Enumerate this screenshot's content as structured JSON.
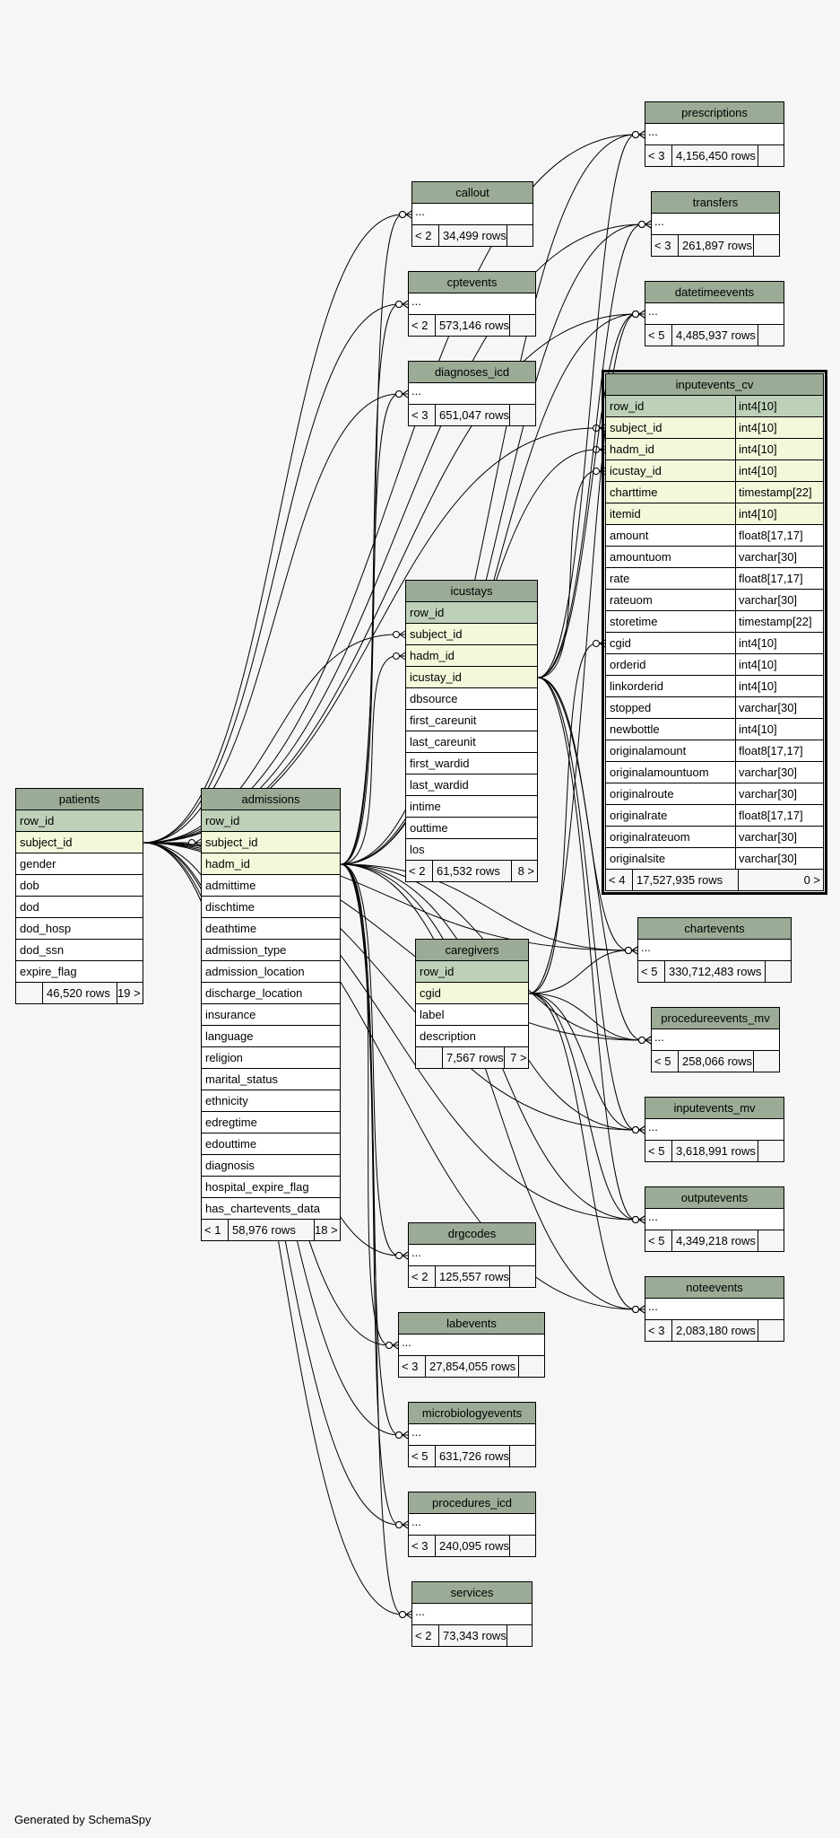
{
  "footer": "Generated by SchemaSpy",
  "colors": {
    "header": "#9bab96",
    "primary_key": "#bed1b8",
    "foreign_key": "#f4f7da",
    "background": "#f6f6f6"
  },
  "tables": {
    "patients": {
      "name": "patients",
      "columns": [
        {
          "name": "row_id",
          "kind": "pk"
        },
        {
          "name": "subject_id",
          "kind": "fk"
        },
        {
          "name": "gender"
        },
        {
          "name": "dob"
        },
        {
          "name": "dod"
        },
        {
          "name": "dod_hosp"
        },
        {
          "name": "dod_ssn"
        },
        {
          "name": "expire_flag"
        }
      ],
      "parents": "",
      "rows": "46,520 rows",
      "children": "19 >"
    },
    "admissions": {
      "name": "admissions",
      "columns": [
        {
          "name": "row_id",
          "kind": "pk"
        },
        {
          "name": "subject_id",
          "kind": "fk"
        },
        {
          "name": "hadm_id",
          "kind": "fk"
        },
        {
          "name": "admittime"
        },
        {
          "name": "dischtime"
        },
        {
          "name": "deathtime"
        },
        {
          "name": "admission_type"
        },
        {
          "name": "admission_location"
        },
        {
          "name": "discharge_location"
        },
        {
          "name": "insurance"
        },
        {
          "name": "language"
        },
        {
          "name": "religion"
        },
        {
          "name": "marital_status"
        },
        {
          "name": "ethnicity"
        },
        {
          "name": "edregtime"
        },
        {
          "name": "edouttime"
        },
        {
          "name": "diagnosis"
        },
        {
          "name": "hospital_expire_flag"
        },
        {
          "name": "has_chartevents_data"
        }
      ],
      "parents": "< 1",
      "rows": "58,976 rows",
      "children": "18 >"
    },
    "icustays": {
      "name": "icustays",
      "columns": [
        {
          "name": "row_id",
          "kind": "pk"
        },
        {
          "name": "subject_id",
          "kind": "fk"
        },
        {
          "name": "hadm_id",
          "kind": "fk"
        },
        {
          "name": "icustay_id",
          "kind": "fk"
        },
        {
          "name": "dbsource"
        },
        {
          "name": "first_careunit"
        },
        {
          "name": "last_careunit"
        },
        {
          "name": "first_wardid"
        },
        {
          "name": "last_wardid"
        },
        {
          "name": "intime"
        },
        {
          "name": "outtime"
        },
        {
          "name": "los"
        }
      ],
      "parents": "< 2",
      "rows": "61,532 rows",
      "children": "8 >"
    },
    "caregivers": {
      "name": "caregivers",
      "columns": [
        {
          "name": "row_id",
          "kind": "pk"
        },
        {
          "name": "cgid",
          "kind": "fk"
        },
        {
          "name": "label"
        },
        {
          "name": "description"
        }
      ],
      "parents": "",
      "rows": "7,567 rows",
      "children": "7 >"
    },
    "inputevents_cv": {
      "name": "inputevents_cv",
      "columns": [
        {
          "name": "row_id",
          "type": "int4[10]",
          "kind": "pk"
        },
        {
          "name": "subject_id",
          "type": "int4[10]",
          "kind": "fk"
        },
        {
          "name": "hadm_id",
          "type": "int4[10]",
          "kind": "fk"
        },
        {
          "name": "icustay_id",
          "type": "int4[10]",
          "kind": "fk"
        },
        {
          "name": "charttime",
          "type": "timestamp[22]",
          "kind": "fk"
        },
        {
          "name": "itemid",
          "type": "int4[10]",
          "kind": "fk"
        },
        {
          "name": "amount",
          "type": "float8[17,17]"
        },
        {
          "name": "amountuom",
          "type": "varchar[30]"
        },
        {
          "name": "rate",
          "type": "float8[17,17]"
        },
        {
          "name": "rateuom",
          "type": "varchar[30]"
        },
        {
          "name": "storetime",
          "type": "timestamp[22]"
        },
        {
          "name": "cgid",
          "type": "int4[10]"
        },
        {
          "name": "orderid",
          "type": "int4[10]"
        },
        {
          "name": "linkorderid",
          "type": "int4[10]"
        },
        {
          "name": "stopped",
          "type": "varchar[30]"
        },
        {
          "name": "newbottle",
          "type": "int4[10]"
        },
        {
          "name": "originalamount",
          "type": "float8[17,17]"
        },
        {
          "name": "originalamountuom",
          "type": "varchar[30]"
        },
        {
          "name": "originalroute",
          "type": "varchar[30]"
        },
        {
          "name": "originalrate",
          "type": "float8[17,17]"
        },
        {
          "name": "originalrateuom",
          "type": "varchar[30]"
        },
        {
          "name": "originalsite",
          "type": "varchar[30]"
        }
      ],
      "parents": "< 4",
      "rows": "17,527,935 rows",
      "children": "0 >"
    },
    "callout": {
      "name": "callout",
      "ellipsis": "...",
      "parents": "< 2",
      "rows": "34,499 rows",
      "children": ""
    },
    "cptevents": {
      "name": "cptevents",
      "ellipsis": "...",
      "parents": "< 2",
      "rows": "573,146 rows",
      "children": ""
    },
    "diagnoses_icd": {
      "name": "diagnoses_icd",
      "ellipsis": "...",
      "parents": "< 3",
      "rows": "651,047 rows",
      "children": ""
    },
    "drgcodes": {
      "name": "drgcodes",
      "ellipsis": "...",
      "parents": "< 2",
      "rows": "125,557 rows",
      "children": ""
    },
    "labevents": {
      "name": "labevents",
      "ellipsis": "...",
      "parents": "< 3",
      "rows": "27,854,055 rows",
      "children": ""
    },
    "microbiologyevents": {
      "name": "microbiologyevents",
      "ellipsis": "...",
      "parents": "< 5",
      "rows": "631,726 rows",
      "children": ""
    },
    "procedures_icd": {
      "name": "procedures_icd",
      "ellipsis": "...",
      "parents": "< 3",
      "rows": "240,095 rows",
      "children": ""
    },
    "services": {
      "name": "services",
      "ellipsis": "...",
      "parents": "< 2",
      "rows": "73,343 rows",
      "children": ""
    },
    "prescriptions": {
      "name": "prescriptions",
      "ellipsis": "...",
      "parents": "< 3",
      "rows": "4,156,450 rows",
      "children": ""
    },
    "transfers": {
      "name": "transfers",
      "ellipsis": "...",
      "parents": "< 3",
      "rows": "261,897 rows",
      "children": ""
    },
    "datetimeevents": {
      "name": "datetimeevents",
      "ellipsis": "...",
      "parents": "< 5",
      "rows": "4,485,937 rows",
      "children": ""
    },
    "chartevents": {
      "name": "chartevents",
      "ellipsis": "...",
      "parents": "< 5",
      "rows": "330,712,483 rows",
      "children": ""
    },
    "procedureevents_mv": {
      "name": "procedureevents_mv",
      "ellipsis": "...",
      "parents": "< 5",
      "rows": "258,066 rows",
      "children": ""
    },
    "inputevents_mv": {
      "name": "inputevents_mv",
      "ellipsis": "...",
      "parents": "< 5",
      "rows": "3,618,991 rows",
      "children": ""
    },
    "outputevents": {
      "name": "outputevents",
      "ellipsis": "...",
      "parents": "< 5",
      "rows": "4,349,218 rows",
      "children": ""
    },
    "noteevents": {
      "name": "noteevents",
      "ellipsis": "...",
      "parents": "< 3",
      "rows": "2,083,180 rows",
      "children": ""
    }
  },
  "relationships": [
    [
      "patients.subject_id",
      "admissions.subject_id"
    ],
    [
      "patients.subject_id",
      "icustays.subject_id"
    ],
    [
      "admissions.hadm_id",
      "icustays.hadm_id"
    ],
    [
      "patients.subject_id",
      "inputevents_cv.subject_id"
    ],
    [
      "admissions.hadm_id",
      "inputevents_cv.hadm_id"
    ],
    [
      "icustays.icustay_id",
      "inputevents_cv.icustay_id"
    ],
    [
      "caregivers.cgid",
      "inputevents_cv.cgid"
    ],
    [
      "patients.subject_id",
      "callout"
    ],
    [
      "admissions.hadm_id",
      "callout"
    ],
    [
      "patients.subject_id",
      "cptevents"
    ],
    [
      "admissions.hadm_id",
      "cptevents"
    ],
    [
      "patients.subject_id",
      "diagnoses_icd"
    ],
    [
      "admissions.hadm_id",
      "diagnoses_icd"
    ],
    [
      "patients.subject_id",
      "drgcodes"
    ],
    [
      "admissions.hadm_id",
      "drgcodes"
    ],
    [
      "patients.subject_id",
      "labevents"
    ],
    [
      "admissions.hadm_id",
      "labevents"
    ],
    [
      "patients.subject_id",
      "microbiologyevents"
    ],
    [
      "admissions.hadm_id",
      "microbiologyevents"
    ],
    [
      "patients.subject_id",
      "procedures_icd"
    ],
    [
      "admissions.hadm_id",
      "procedures_icd"
    ],
    [
      "patients.subject_id",
      "services"
    ],
    [
      "admissions.hadm_id",
      "services"
    ],
    [
      "patients.subject_id",
      "prescriptions"
    ],
    [
      "admissions.hadm_id",
      "prescriptions"
    ],
    [
      "icustays.icustay_id",
      "prescriptions"
    ],
    [
      "patients.subject_id",
      "transfers"
    ],
    [
      "admissions.hadm_id",
      "transfers"
    ],
    [
      "icustays.icustay_id",
      "transfers"
    ],
    [
      "patients.subject_id",
      "datetimeevents"
    ],
    [
      "admissions.hadm_id",
      "datetimeevents"
    ],
    [
      "icustays.icustay_id",
      "datetimeevents"
    ],
    [
      "caregivers.cgid",
      "datetimeevents"
    ],
    [
      "patients.subject_id",
      "chartevents"
    ],
    [
      "admissions.hadm_id",
      "chartevents"
    ],
    [
      "icustays.icustay_id",
      "chartevents"
    ],
    [
      "caregivers.cgid",
      "chartevents"
    ],
    [
      "patients.subject_id",
      "procedureevents_mv"
    ],
    [
      "admissions.hadm_id",
      "procedureevents_mv"
    ],
    [
      "icustays.icustay_id",
      "procedureevents_mv"
    ],
    [
      "caregivers.cgid",
      "procedureevents_mv"
    ],
    [
      "patients.subject_id",
      "inputevents_mv"
    ],
    [
      "admissions.hadm_id",
      "inputevents_mv"
    ],
    [
      "icustays.icustay_id",
      "inputevents_mv"
    ],
    [
      "caregivers.cgid",
      "inputevents_mv"
    ],
    [
      "patients.subject_id",
      "outputevents"
    ],
    [
      "admissions.hadm_id",
      "outputevents"
    ],
    [
      "icustays.icustay_id",
      "outputevents"
    ],
    [
      "caregivers.cgid",
      "outputevents"
    ],
    [
      "patients.subject_id",
      "noteevents"
    ],
    [
      "admissions.hadm_id",
      "noteevents"
    ],
    [
      "caregivers.cgid",
      "noteevents"
    ]
  ]
}
